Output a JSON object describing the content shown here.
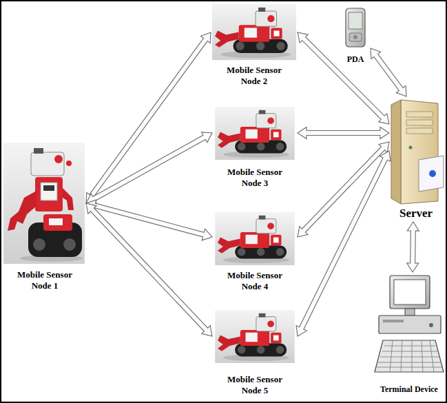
{
  "diagram": {
    "nodes": [
      {
        "text": [
          "Mobile Sensor Node 1"
        ]
      },
      {
        "text": [
          "Mobile Sensor Node 2"
        ]
      },
      {
        "text": [
          "Mobile Sensor Node 3"
        ]
      },
      {
        "text": [
          "Mobile Sensor Node 4"
        ]
      },
      {
        "text": [
          "Mobile Sensor Node 5"
        ]
      },
      {
        "text": [
          "PDA"
        ]
      },
      {
        "text": [
          "Server"
        ]
      },
      {
        "text": [
          "Terminal Device"
        ]
      }
    ],
    "edges": [
      {
        "from": 0,
        "to": 1,
        "arrow": "both"
      },
      {
        "from": 0,
        "to": 2,
        "arrow": "both"
      },
      {
        "from": 0,
        "to": 3,
        "arrow": "both"
      },
      {
        "from": 0,
        "to": 4,
        "arrow": "both"
      },
      {
        "from": 1,
        "to": 6,
        "arrow": "both"
      },
      {
        "from": 2,
        "to": 6,
        "arrow": "both"
      },
      {
        "from": 3,
        "to": 6,
        "arrow": "both"
      },
      {
        "from": 4,
        "to": 6,
        "arrow": "both"
      },
      {
        "from": 5,
        "to": 6,
        "arrow": "both"
      },
      {
        "from": 6,
        "to": 7,
        "arrow": "both"
      }
    ]
  }
}
